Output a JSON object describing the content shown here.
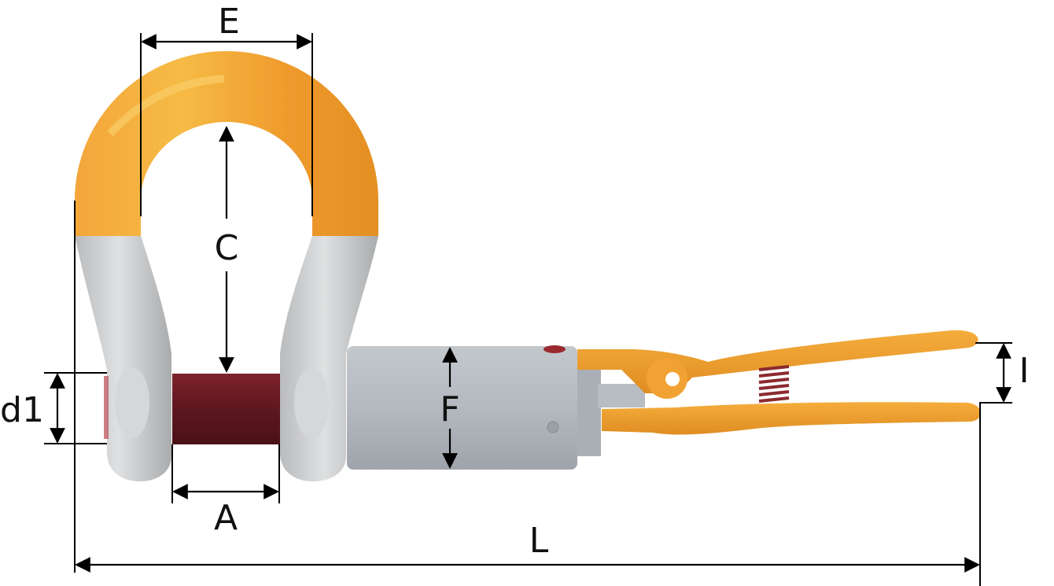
{
  "dimensions": {
    "E": "E",
    "C": "C",
    "d1": "d1",
    "A": "A",
    "F": "F",
    "L": "L",
    "I": "I"
  },
  "colors": {
    "bow_orange": "#f0a030",
    "leg_gray": "#c8cacb",
    "pin_maroon": "#6b1a22",
    "barrel_gray": "#b4bac0",
    "spring_red": "#8a2a2e",
    "line": "#000000"
  }
}
